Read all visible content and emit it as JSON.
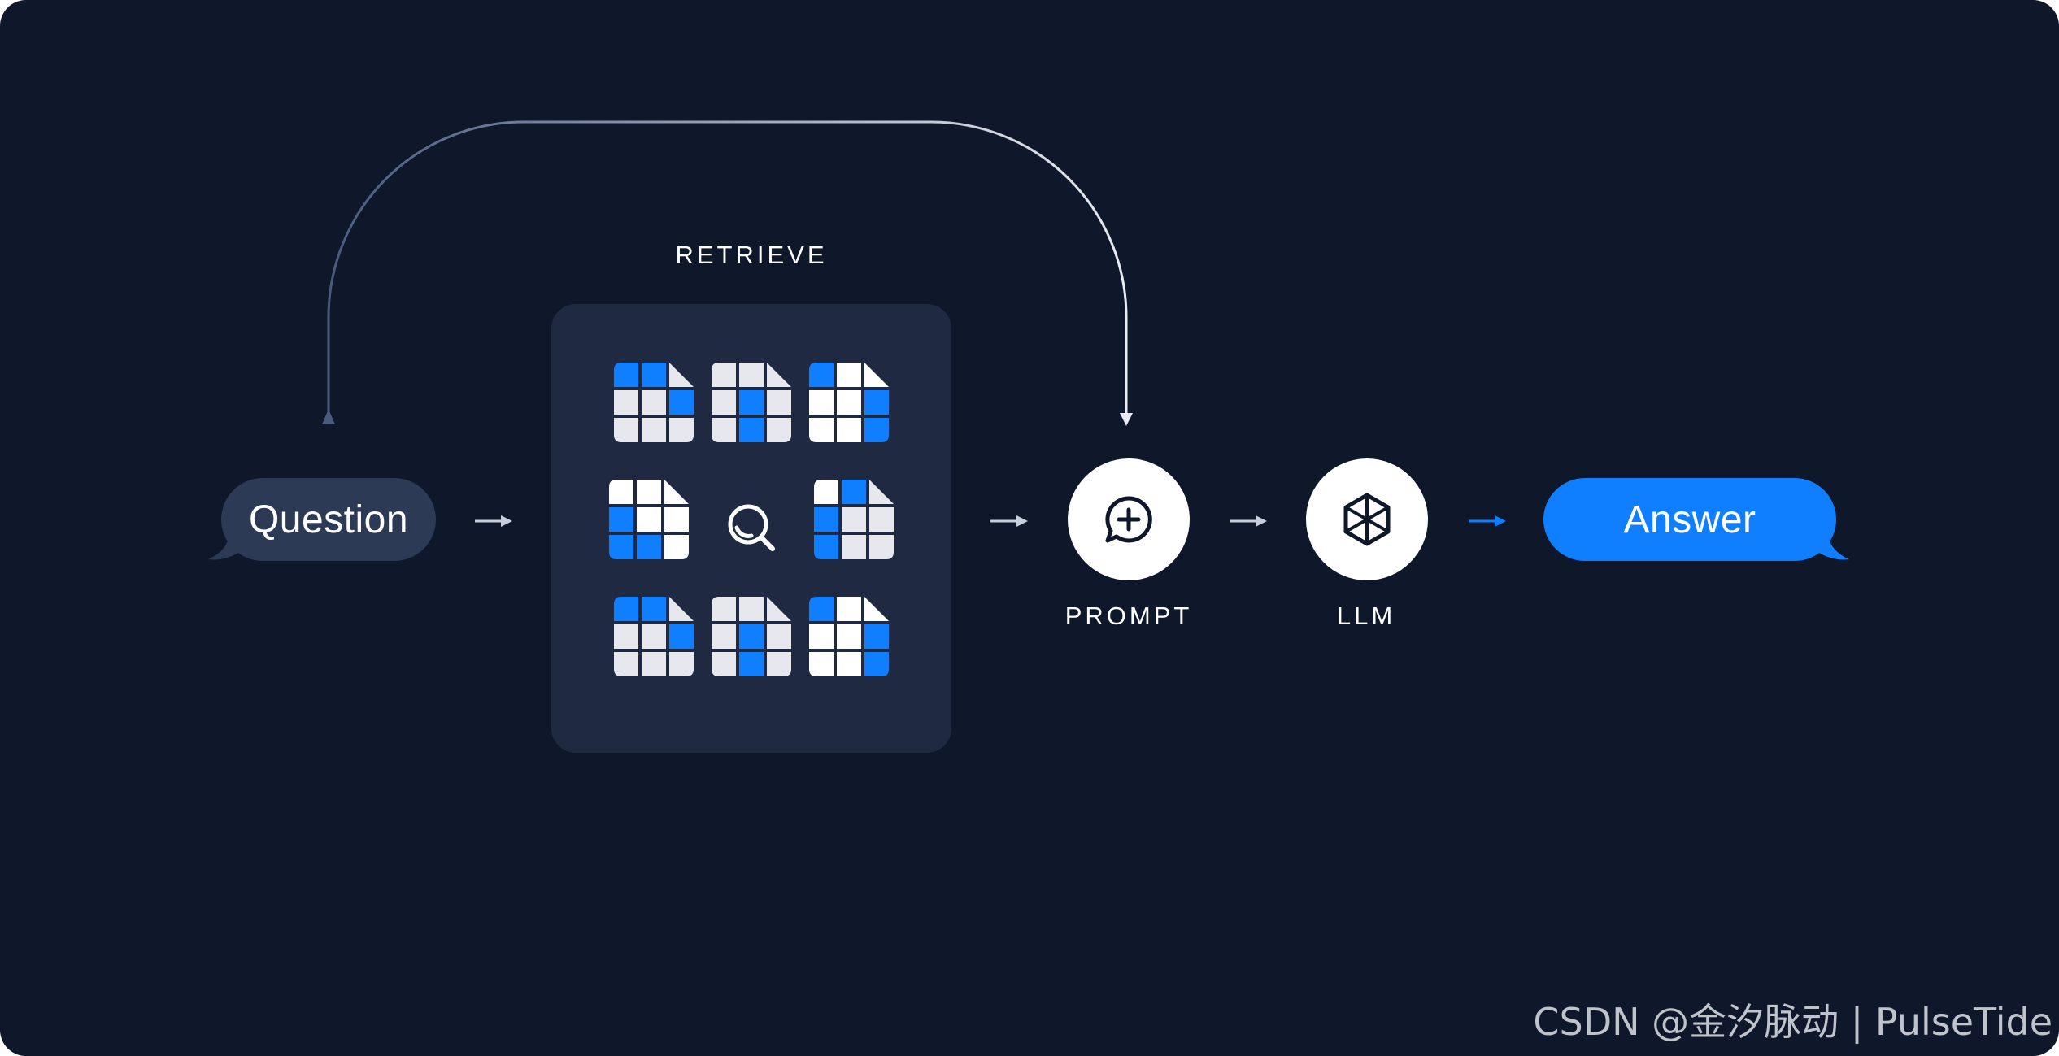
{
  "diagram": {
    "retrieve_label": "RETRIEVE",
    "question_label": "Question",
    "answer_label": "Answer",
    "prompt_label": "PROMPT",
    "llm_label": "LLM",
    "watermark": "CSDN @金汐脉动 | PulseTide",
    "icons": {
      "search": "search-icon",
      "prompt": "chat-plus-icon",
      "llm": "cube-icon",
      "documents": "document-grid-icon"
    },
    "colors": {
      "background": "#0f172a",
      "panel": "#1f2a42",
      "question_bubble": "#2c3a55",
      "answer_bubble": "#0f7fff",
      "doc_blue": "#0f7fff",
      "doc_gray": "#e6e8ee",
      "doc_white": "#ffffff",
      "arrow": "#c7cfdc"
    }
  }
}
